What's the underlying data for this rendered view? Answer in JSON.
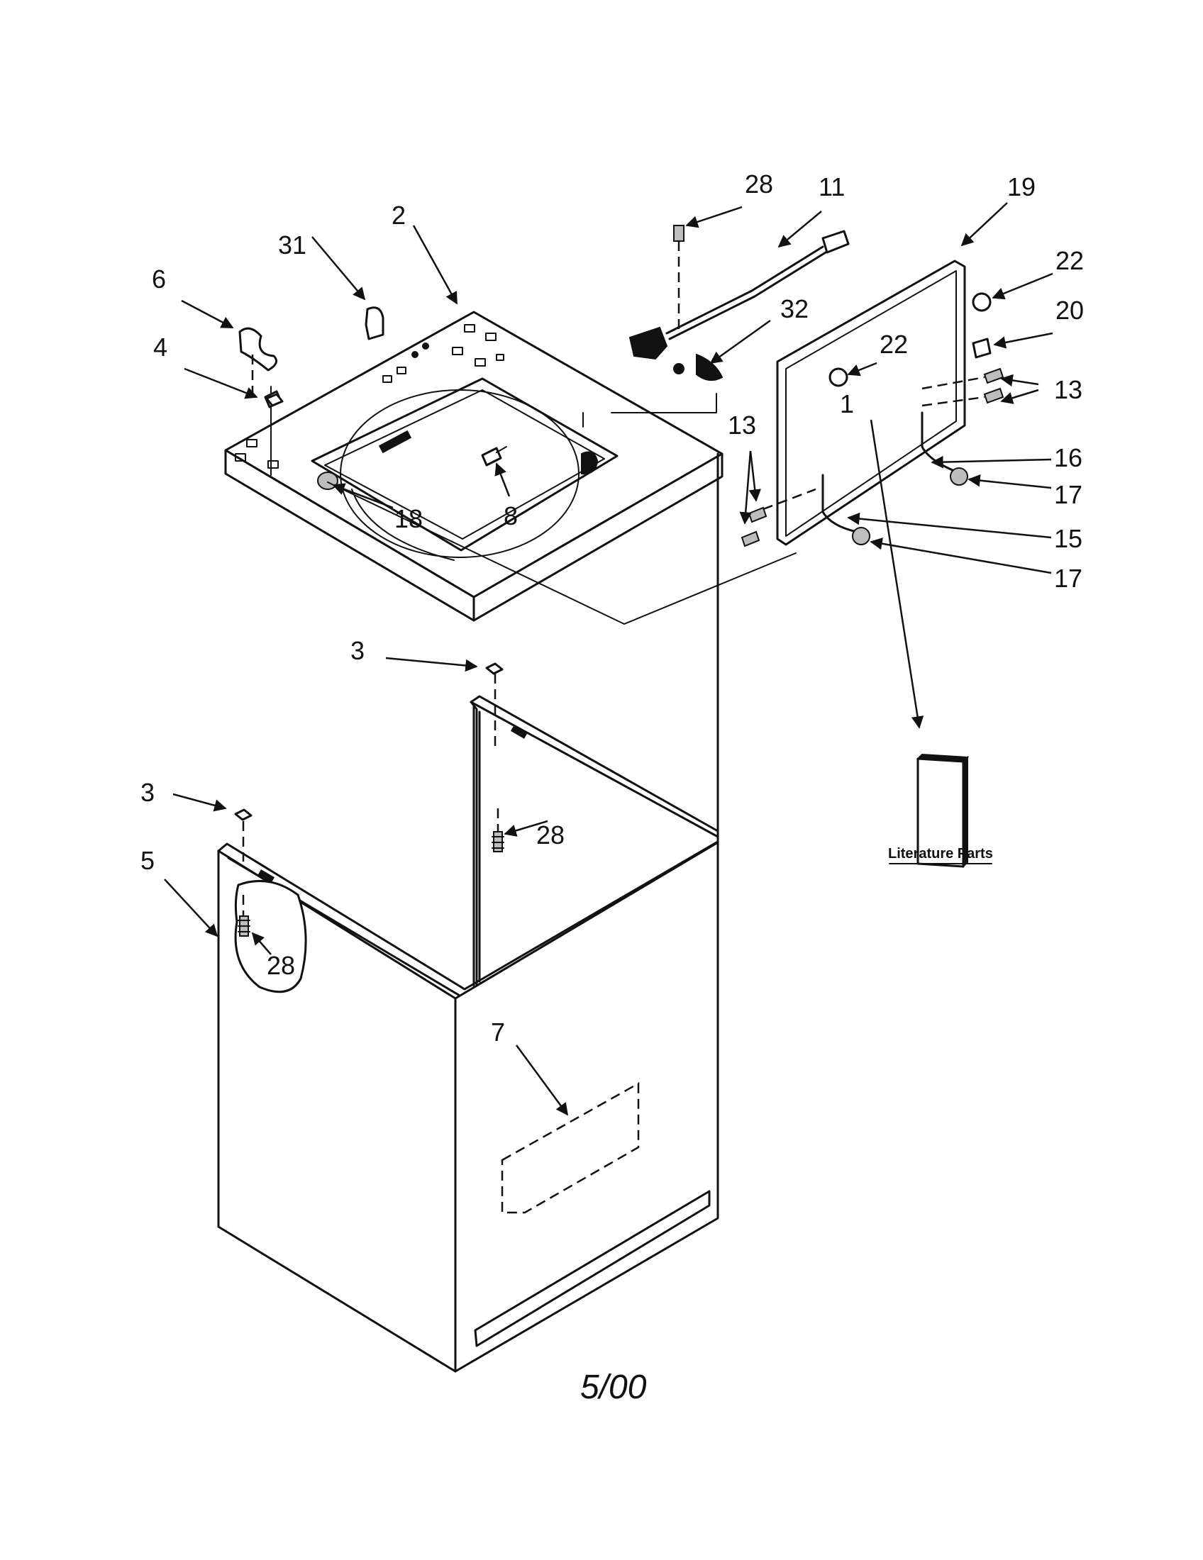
{
  "diagram": {
    "callouts": {
      "c1": "1",
      "c2": "2",
      "c3a": "3",
      "c3b": "3",
      "c4": "4",
      "c5": "5",
      "c6": "6",
      "c7": "7",
      "c8": "8",
      "c11": "11",
      "c13a": "13",
      "c13b": "13",
      "c15": "15",
      "c16": "16",
      "c17a": "17",
      "c17b": "17",
      "c18": "18",
      "c19": "19",
      "c20": "20",
      "c22a": "22",
      "c22b": "22",
      "c28a": "28",
      "c28b": "28",
      "c28c": "28",
      "c31": "31",
      "c32": "32"
    },
    "literature_label": "Literature Parts",
    "date": "5/00"
  }
}
